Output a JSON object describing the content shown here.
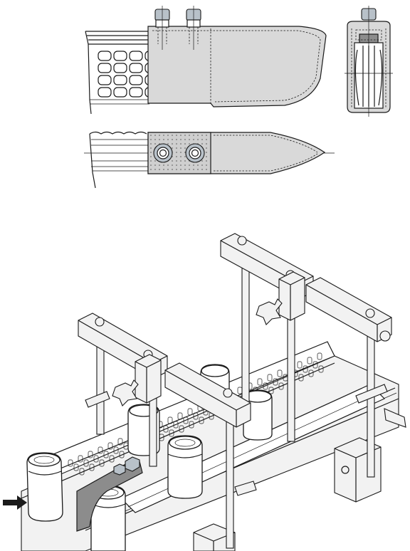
{
  "figure": {
    "views": [
      {
        "id": "side-view",
        "description_visible": false
      },
      {
        "id": "end-view",
        "description_visible": false
      },
      {
        "id": "top-view",
        "description_visible": false
      },
      {
        "id": "isometric-view",
        "description_visible": false
      }
    ],
    "colors": {
      "guard_fill": "#d9d9d9",
      "guard_dark_fill": "#8c8c8c",
      "nut_fill": "#b8c1c9",
      "line": "#1a1a1a",
      "background": "#ffffff"
    },
    "icons": [
      "feed-direction-arrow-icon",
      "hex-nut-icon",
      "star-knob-icon"
    ]
  }
}
